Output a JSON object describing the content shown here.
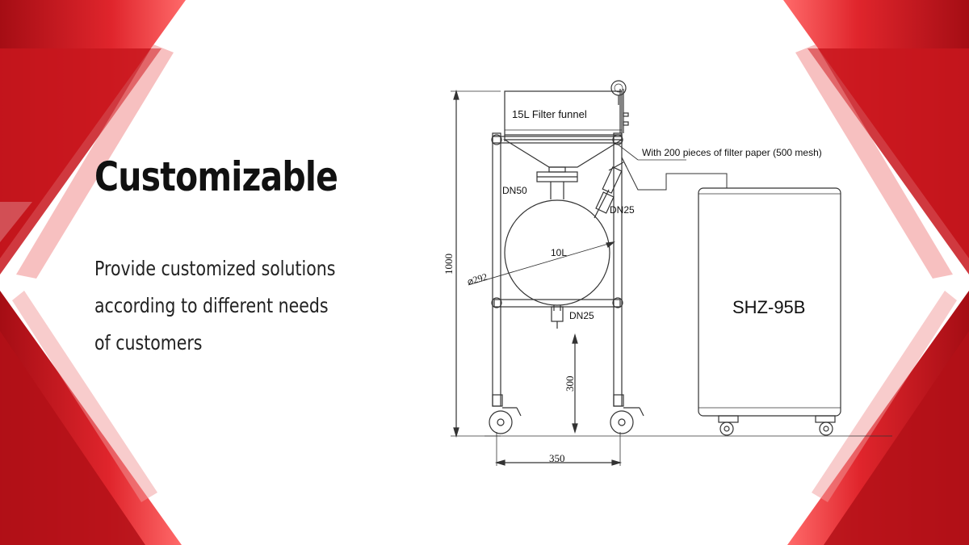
{
  "slide": {
    "heading": "Customizable",
    "description_lines": [
      "Provide customized solutions",
      "according to different needs",
      "of customers"
    ]
  },
  "diagram": {
    "funnel_label": "15L  Filter funnel",
    "filter_paper_note": "With 200 pieces of filter paper (500 mesh)",
    "flask_label": "10L",
    "flange_top": "DN50",
    "side_valve": "DN25",
    "bottom_valve": "DN25",
    "diameter": "⌀292",
    "height_total": "1000",
    "height_bottom": "300",
    "width": "350",
    "pump_model": "SHZ-95B"
  },
  "colors": {
    "accent_red": "#d7141c",
    "dark_red": "#a50d14",
    "line": "#333333"
  }
}
